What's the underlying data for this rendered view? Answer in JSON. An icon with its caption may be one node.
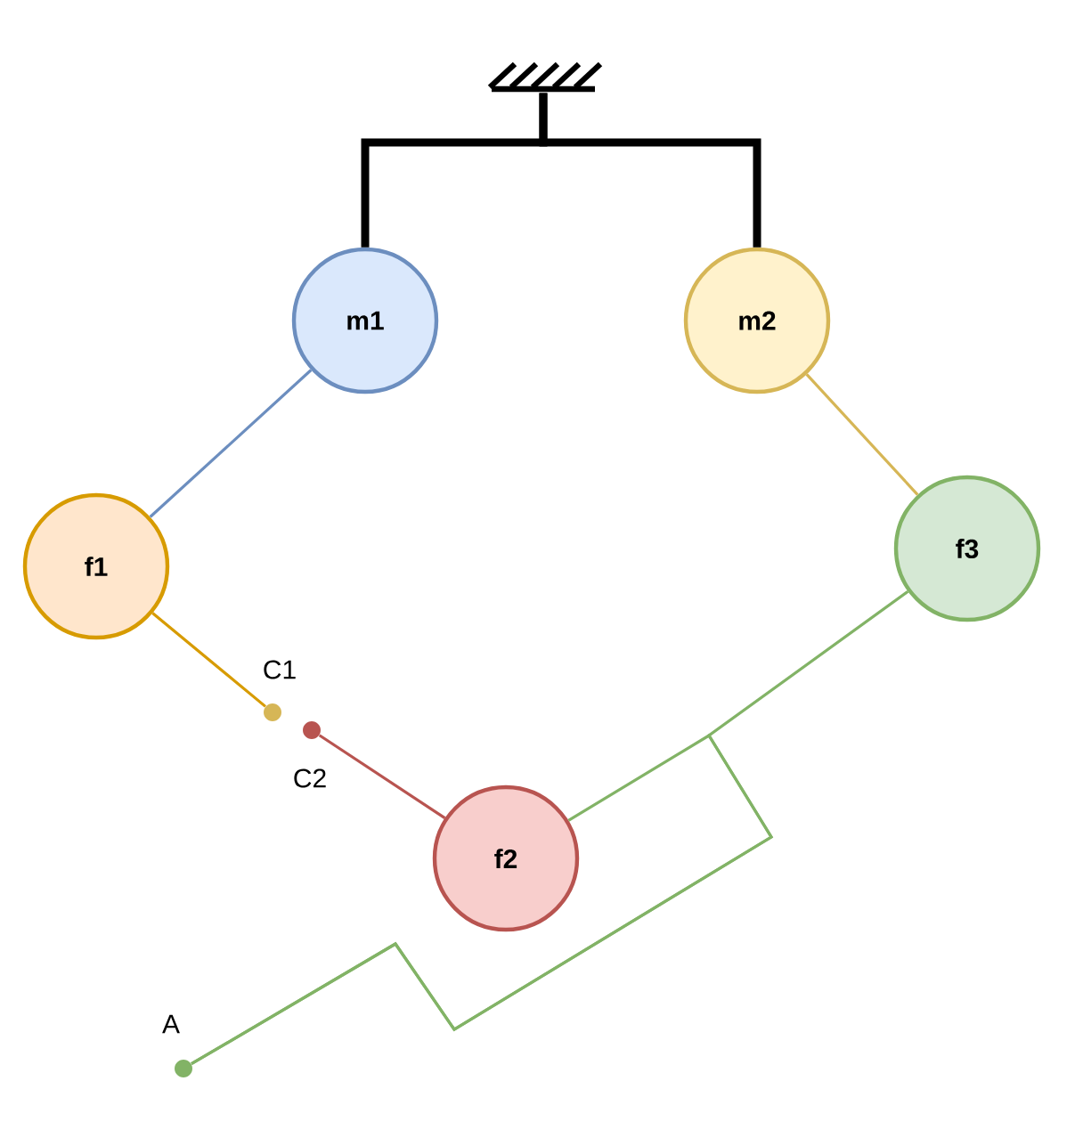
{
  "diagram": {
    "nodes": [
      {
        "text": [],
        "shape": "picture"
      },
      {
        "text": [
          "m1"
        ]
      },
      {
        "text": [
          "m2"
        ]
      },
      {
        "text": [
          "f1"
        ]
      },
      {
        "text": [
          "f3"
        ]
      },
      {
        "text": [],
        "shape": "circle",
        "beside": [
          "C1"
        ]
      },
      {
        "text": [],
        "shape": "circle",
        "beside": [
          "C2"
        ]
      },
      {
        "text": [
          "f2"
        ]
      },
      {
        "text": [],
        "shape": "circle",
        "beside": [
          "A"
        ]
      }
    ],
    "edges": [
      {
        "from": 0,
        "to": 1,
        "arrow": "none",
        "style": "thick",
        "color": "#000000"
      },
      {
        "from": 0,
        "to": 2,
        "arrow": "none",
        "style": "thick",
        "color": "#000000"
      },
      {
        "from": 1,
        "to": 3,
        "arrow": "none",
        "color": "#6c8ebf"
      },
      {
        "from": 2,
        "to": 4,
        "arrow": "none",
        "color": "#d6b656"
      },
      {
        "from": 3,
        "to": 5,
        "arrow": "none",
        "color": "#d79b00"
      },
      {
        "from": 6,
        "to": 7,
        "arrow": "none",
        "color": "#b85450"
      },
      {
        "from": 4,
        "to": 8,
        "arrow": "none",
        "color": "#82b366"
      },
      {
        "from": 7,
        "to": 8,
        "arrow": "none",
        "color": "#82b366"
      }
    ]
  }
}
